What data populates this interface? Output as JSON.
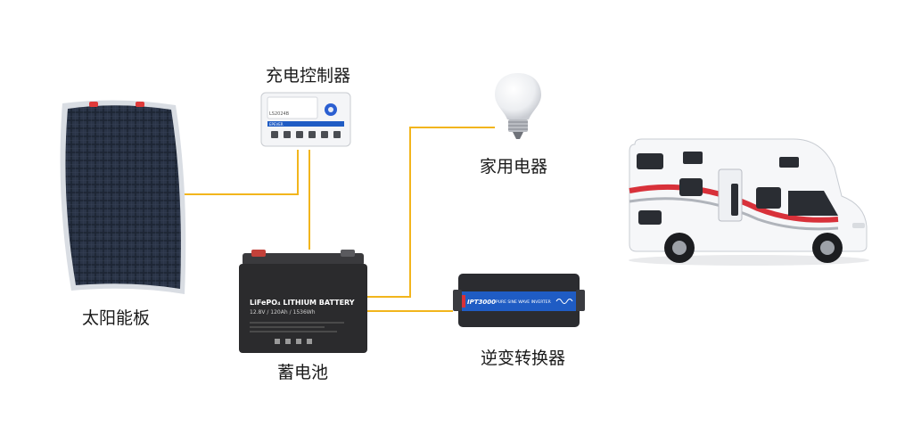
{
  "labels": {
    "solar_panel": "太阳能板",
    "charge_controller": "充电控制器",
    "battery": "蓄电池",
    "appliances": "家用电器",
    "inverter": "逆变转换器"
  },
  "product_text": {
    "controller_model": "LS2024B",
    "controller_brand": "EPEVER",
    "battery_title": "LiFePO₄ LITHIUM BATTERY",
    "battery_spec": "12.8V / 120Ah / 1536Wh",
    "inverter_model": "IPT3000",
    "inverter_text": "PURE SINE WAVE INVERTER"
  },
  "colors": {
    "wire": "#f2b51c",
    "battery_body": "#2b2b2d",
    "inverter_blue": "#1f5cc4",
    "rv_red": "#d8313a",
    "panel_cell": "#1c2433"
  }
}
